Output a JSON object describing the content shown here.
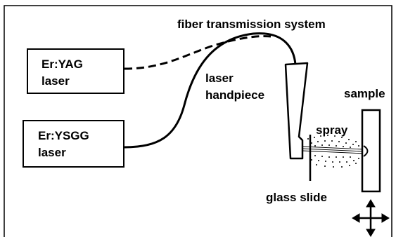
{
  "labels": {
    "fiber_transmission": "fiber transmission system",
    "laser_a_line1": "Er:YAG",
    "laser_a_line2": "laser",
    "laser_b_line1": "Er:YSGG",
    "laser_b_line2": "laser",
    "handpiece_line1": "laser",
    "handpiece_line2": "handpiece",
    "sample": "sample",
    "spray": "spray",
    "glass_slide": "glass slide"
  },
  "icons": {
    "move": "four-way-arrow-icon"
  },
  "colors": {
    "line": "#000000",
    "background": "#ffffff"
  }
}
